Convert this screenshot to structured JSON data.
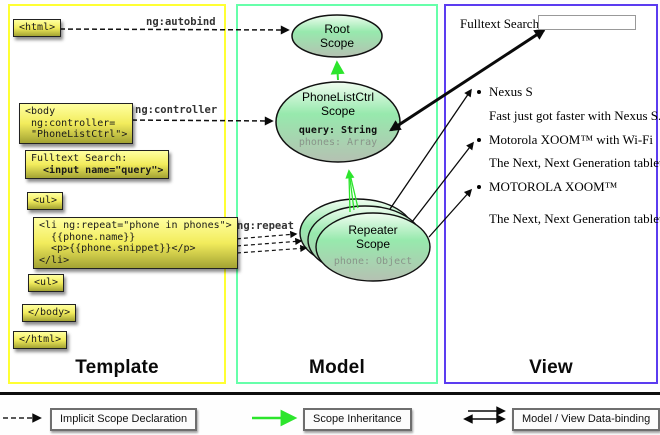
{
  "columns": {
    "template": {
      "title": "Template"
    },
    "model": {
      "title": "Model"
    },
    "view": {
      "title": "View"
    }
  },
  "template_code": {
    "html_open": "<html>",
    "body_open": "<body\n ng:controller=\n \"PhoneListCtrl\">",
    "fulltext_label": "Fulltext Search:",
    "fulltext_input": "  <input name=\"query\">",
    "ul_open": "<ul>",
    "li_repeat": "<li ng:repeat=\"phone in phones\">\n  {{phone.name}}\n  <p>{{phone.snippet}}</p>\n</li>",
    "ul_close": "<ul>",
    "body_close": "</body>",
    "html_close": "</html>"
  },
  "arrow_labels": {
    "autobind": "ng:autobind",
    "controller": "ng:controller",
    "repeat": "ng:repeat"
  },
  "model_scopes": {
    "root": {
      "line1": "Root",
      "line2": "Scope"
    },
    "phonelist": {
      "line1": "PhoneListCtrl",
      "line2": "Scope",
      "prop1": "query: String",
      "prop2": "phones: Array"
    },
    "repeater": {
      "line1": "Repeater",
      "line2": "Scope",
      "prop1": "phone: Object"
    }
  },
  "view_panel": {
    "search_label": "Fulltext Search:",
    "search_value": "",
    "items": [
      {
        "title": "Nexus S",
        "desc": "Fast just got faster with Nexus S."
      },
      {
        "title": "Motorola XOOM™  with Wi-Fi",
        "desc": "The Next, Next Generation tablet."
      },
      {
        "title": "MOTOROLA XOOM™",
        "desc": "The Next, Next Generation tablet."
      }
    ]
  },
  "legend": {
    "implicit": "Implicit Scope Declaration",
    "inheritance": "Scope Inheritance",
    "binding": "Model / View Data-binding"
  },
  "colors": {
    "template_border": "#ffff33",
    "model_border": "#66ffaa",
    "view_border": "#5b3cf0",
    "inheritance_green": "#2ce52c",
    "code_box_yellow": "#f2ec5c",
    "scope_fill_top": "#f0fdf0",
    "scope_fill_mid": "#97e9ad",
    "scope_fill_bottom": "#b5c1b2"
  }
}
